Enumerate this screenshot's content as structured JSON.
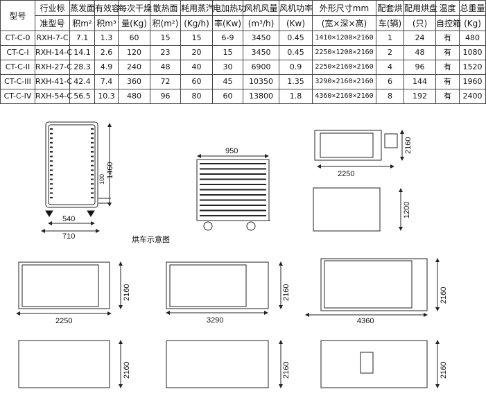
{
  "table": {
    "header1": [
      "型号",
      "行业标",
      "蒸发面",
      "有效容",
      "每次干燥",
      "散热面",
      "耗用蒸汽",
      "电加热功",
      "风机风量",
      "风机功率",
      "外形尺寸mm",
      "配套烘",
      "配用烘盘",
      "温度",
      "总重量"
    ],
    "header2": [
      "准型号",
      "积m²",
      "积m³",
      "量(Kg)",
      "积(m²)",
      "(Kg/h)",
      "率(Kw)",
      "(m³/h)",
      "(Kw)",
      "(宽×深×高)",
      "车(辆)",
      "(只)",
      "自控箱",
      "(Kg)"
    ],
    "rows": [
      [
        "CT-C-0",
        "RXH-7-C",
        "7.1",
        "1.3",
        "60",
        "15",
        "15",
        "6-9",
        "3450",
        "0.45",
        "1410×1200×2160",
        "1",
        "24",
        "有",
        "480"
      ],
      [
        "CT-C-I",
        "RXH-14-C",
        "14.1",
        "2.6",
        "120",
        "23",
        "20",
        "15",
        "3450",
        "0.45",
        "2250×1200×2160",
        "2",
        "48",
        "有",
        "1080"
      ],
      [
        "CT-C-II",
        "RXH-27-C",
        "28.3",
        "4.9",
        "240",
        "48",
        "40",
        "30",
        "6900",
        "0.9",
        "2250×2160×2160",
        "4",
        "96",
        "有",
        "1520"
      ],
      [
        "CT-C-III",
        "RXH-41-C",
        "42.4",
        "7.4",
        "360",
        "72",
        "60",
        "45",
        "10350",
        "1.35",
        "3290×2160×2160",
        "6",
        "144",
        "有",
        "1960"
      ],
      [
        "CT-C-IV",
        "RXH-54-C",
        "56.5",
        "10.3",
        "480",
        "96",
        "80",
        "60",
        "13800",
        "1.8",
        "4360×2160×2160",
        "8",
        "192",
        "有",
        "2400"
      ]
    ]
  },
  "drawings": {
    "tray_rack": {
      "w": "540",
      "ow": "710",
      "h": "1460",
      "gap": "100"
    },
    "cart": {
      "w": "950",
      "caption": "烘车示意图"
    },
    "ct_c_0": {
      "w": "2250",
      "h": "2160",
      "h2": "1200"
    },
    "ct_c_ii": {
      "w": "2250",
      "h": "2160"
    },
    "ct_c_iii": {
      "w": "3290",
      "h": "2160"
    },
    "ct_c_iv": {
      "w": "4360",
      "h": "2160"
    }
  }
}
